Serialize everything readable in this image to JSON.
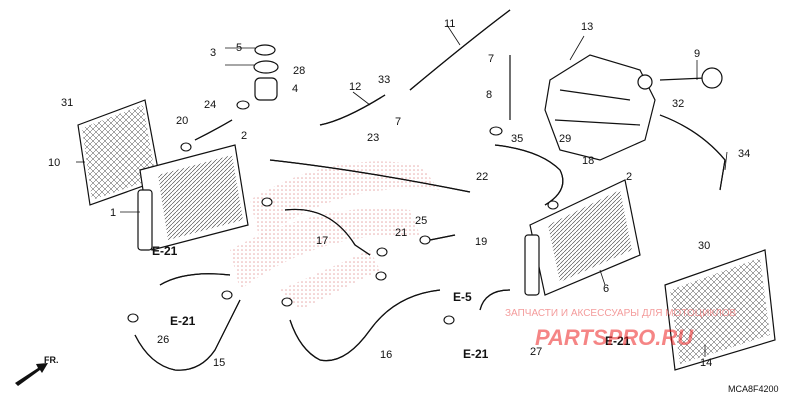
{
  "diagram_code": "MCA8F4200",
  "direction_label": "FR.",
  "watermark": {
    "line1": "ЗАПЧАСТИ И АКСЕССУАРЫ ДЛЯ МОТОЦИКЛОВ",
    "line2": "PARTSPRO.RU"
  },
  "references": [
    "E-21",
    "E-21",
    "E-21",
    "E-21",
    "E-5"
  ],
  "callouts": [
    "1",
    "2",
    "2",
    "3",
    "4",
    "5",
    "6",
    "7",
    "7",
    "8",
    "9",
    "10",
    "11",
    "12",
    "13",
    "14",
    "15",
    "16",
    "17",
    "18",
    "19",
    "20",
    "21",
    "22",
    "23",
    "24",
    "25",
    "26",
    "27",
    "28",
    "29",
    "30",
    "31",
    "32",
    "33",
    "34",
    "35"
  ],
  "colors": {
    "line": "#111111",
    "watermark": "#e22222",
    "honda_logo": "#cc3333"
  }
}
